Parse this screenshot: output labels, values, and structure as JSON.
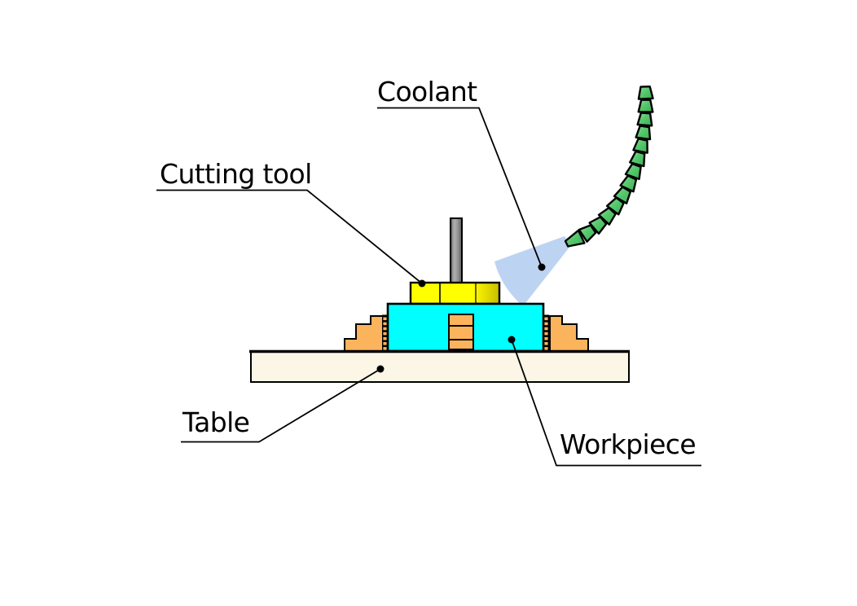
{
  "diagram": {
    "labels": {
      "coolant": "Coolant",
      "cutting_tool": "Cutting tool",
      "table": "Table",
      "workpiece": "Workpiece"
    }
  },
  "palette": {
    "background": "#FFFFFF",
    "workpiece_cyan": "#00FFFF",
    "tool_yellow": "#FFFF00",
    "tool_yellow_mid": "#EFE600",
    "tool_yellow_dark": "#C6BE00",
    "clamp_orange": "#FBB45C",
    "table_cream": "#FBF6E6",
    "hose_green": "#57C86D",
    "hose_green_light": "#8ADF96",
    "hose_green_dark": "#3FAE57",
    "coolant_blue": "#BDD3F2",
    "spindle_gray_light": "#B0B0B0",
    "spindle_gray": "#9A9A9A",
    "spindle_gray_dark": "#5E5E5E",
    "line_black": "#000000"
  }
}
